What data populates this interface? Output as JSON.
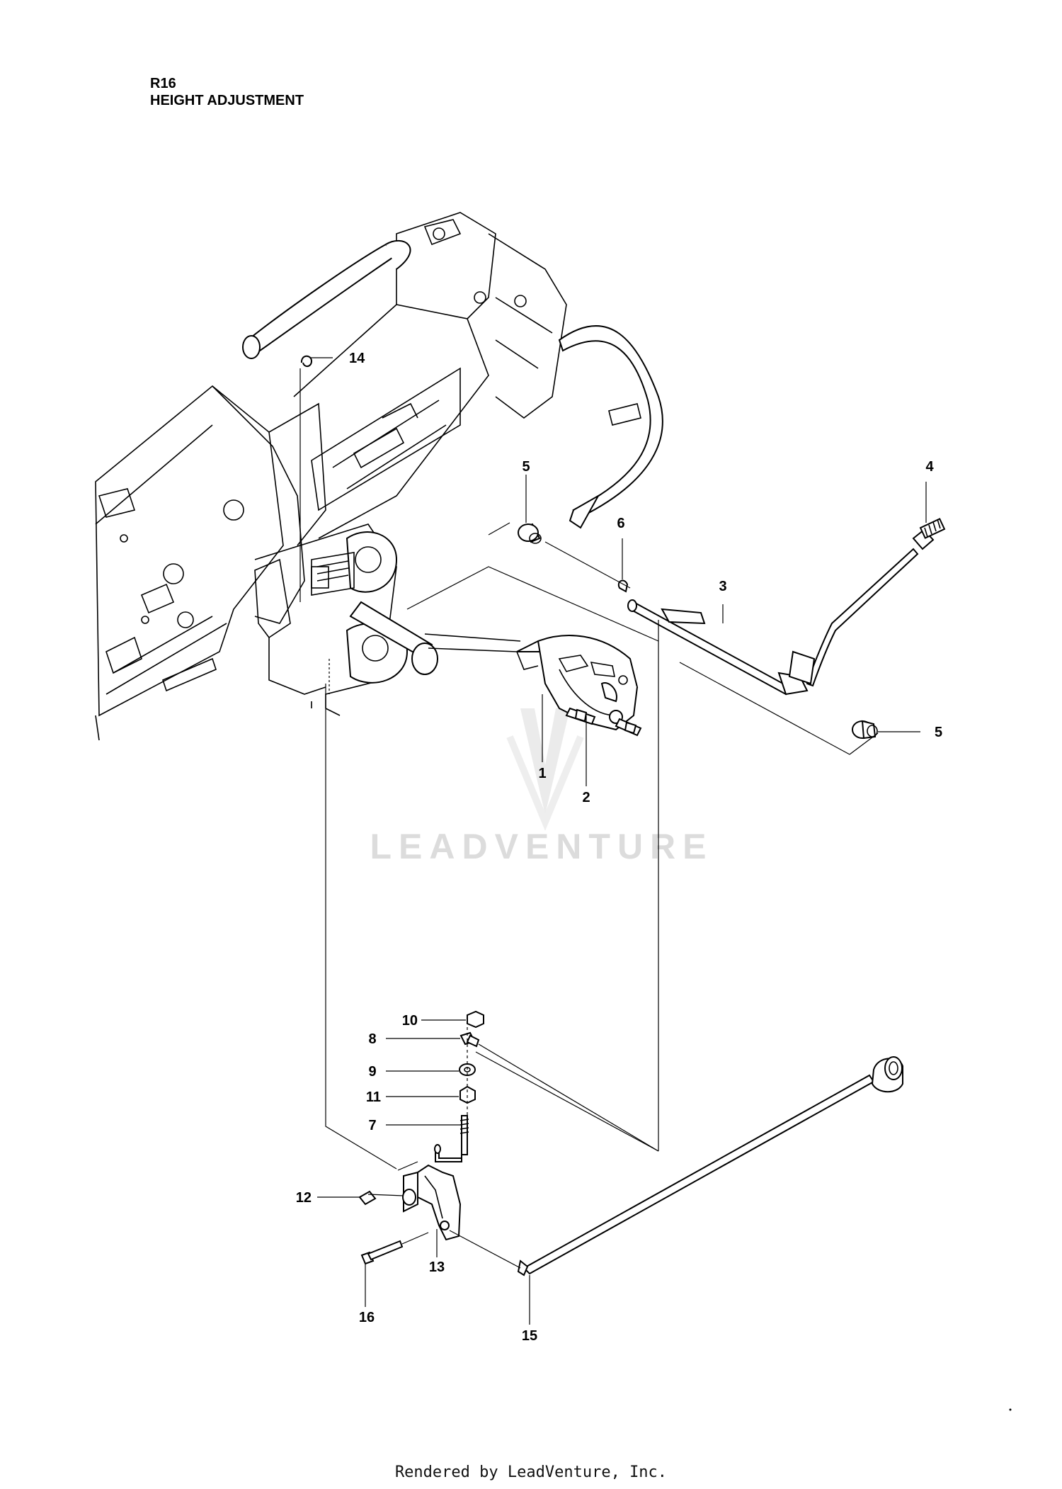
{
  "header": {
    "code": "R16",
    "title": "HEIGHT ADJUSTMENT"
  },
  "watermark": {
    "text": "LEADVENTURE"
  },
  "callouts": {
    "c1": "1",
    "c2": "2",
    "c3": "3",
    "c4": "4",
    "c5a": "5",
    "c5b": "5",
    "c6": "6",
    "c7": "7",
    "c8": "8",
    "c9": "9",
    "c10": "10",
    "c11": "11",
    "c12": "12",
    "c13": "13",
    "c14": "14",
    "c15": "15",
    "c16": "16"
  },
  "footer": {
    "text": "Rendered by LeadVenture, Inc."
  }
}
